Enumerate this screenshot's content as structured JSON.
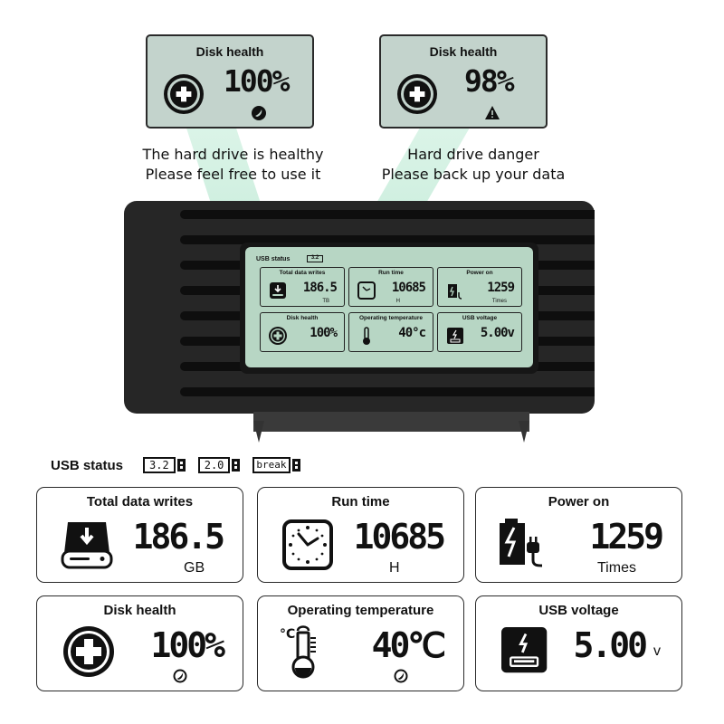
{
  "top_panels": {
    "healthy": {
      "title": "Disk health",
      "value": "100%",
      "status_icon": "ok-icon",
      "caption_line1": "The hard drive is healthy",
      "caption_line2": "Please feel free to use it"
    },
    "danger": {
      "title": "Disk health",
      "value": "98%",
      "status_icon": "warning-icon",
      "caption_line1": "Hard drive danger",
      "caption_line2": "Please back up your data"
    }
  },
  "device_screen": {
    "usb_status_label": "USB status",
    "usb_status_badge": "3.2",
    "cells": [
      {
        "title": "Total data writes",
        "value": "186.5",
        "unit": "TB",
        "icon": "hard-drive-download-icon"
      },
      {
        "title": "Run time",
        "value": "10685",
        "unit": "H",
        "icon": "clock-icon"
      },
      {
        "title": "Power on",
        "value": "1259",
        "unit": "Times",
        "icon": "battery-plug-icon"
      },
      {
        "title": "Disk health",
        "value": "100%",
        "unit": "",
        "icon": "health-cross-icon"
      },
      {
        "title": "Operating temperature",
        "value": "40°c",
        "unit": "",
        "icon": "thermometer-icon"
      },
      {
        "title": "USB voltage",
        "value": "5.00v",
        "unit": "",
        "icon": "usb-power-icon"
      }
    ]
  },
  "usb_status": {
    "label": "USB status",
    "badges": [
      "3.2",
      "2.0",
      "break"
    ]
  },
  "cards": {
    "total_writes": {
      "title": "Total data writes",
      "value": "186.5",
      "unit": "GB"
    },
    "run_time": {
      "title": "Run time",
      "value": "10685",
      "unit": "H"
    },
    "power_on": {
      "title": "Power on",
      "value": "1259",
      "unit": "Times"
    },
    "disk_health": {
      "title": "Disk health",
      "value": "100%"
    },
    "temperature": {
      "title": "Operating temperature",
      "value": "40℃"
    },
    "usb_voltage": {
      "title": "USB voltage",
      "value": "5.00",
      "unit": "v"
    }
  },
  "colors": {
    "lcd_panel": "#c3d3cc",
    "device_screen": "#b7d6c4",
    "accent_green": "#bfead5",
    "device_body": "#262626"
  }
}
